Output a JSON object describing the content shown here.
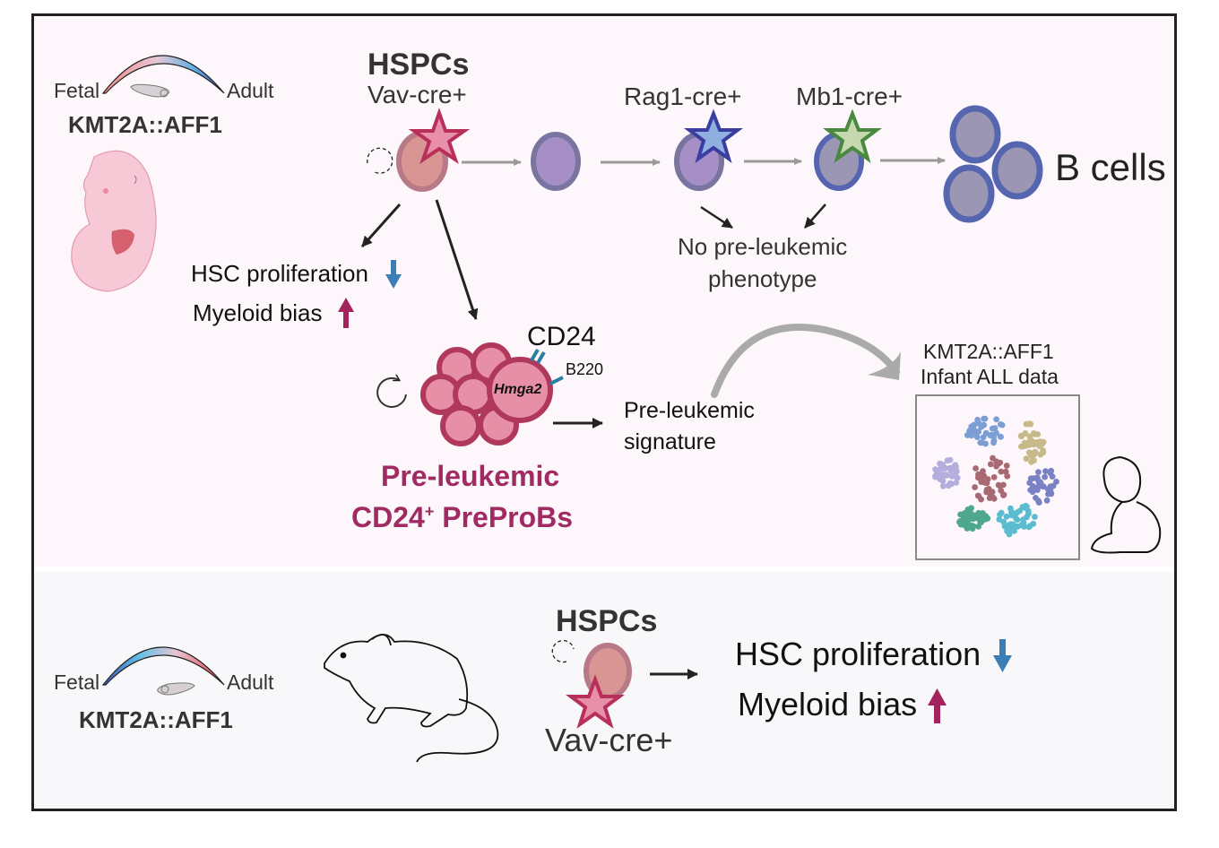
{
  "top_panel": {
    "gauge": {
      "left_label": "Fetal",
      "right_label": "Adult",
      "state": "fetal",
      "gradient": [
        "#f08a8a",
        "#c9b8c8",
        "#5aa8e0",
        "#3a5bc0"
      ]
    },
    "fusion_label": "KMT2A::AFF1",
    "hspc": {
      "title": "HSPCs",
      "driver": "Vav-cre+"
    },
    "rag1_label": "Rag1-cre+",
    "mb1_label": "Mb1-cre+",
    "b_cells_label": "B cells",
    "no_phenotype_line1": "No pre-leukemic",
    "no_phenotype_line2": "phenotype",
    "effect1": "HSC proliferation",
    "effect2": "Myeloid bias",
    "cluster": {
      "marker1": "CD24",
      "marker2": "B220",
      "gene": "Hmga2"
    },
    "prepro_line1": "Pre-leukemic",
    "prepro_line2_main": "CD24",
    "prepro_line2_sup": "+",
    "prepro_line2_rest": " PreProBs",
    "signature_line1": "Pre-leukemic",
    "signature_line2": "signature",
    "infant_line1": "KMT2A::AFF1",
    "infant_line2": "Infant ALL data",
    "cluster_colors": [
      "#7b9fd4",
      "#c8b98a",
      "#b3aedb",
      "#a86a72",
      "#7b82c4",
      "#4fa88e",
      "#5bbcd0"
    ]
  },
  "bottom_panel": {
    "gauge": {
      "left_label": "Fetal",
      "right_label": "Adult",
      "state": "adult"
    },
    "fusion_label": "KMT2A::AFF1",
    "hspc_title": "HSPCs",
    "driver": "Vav-cre+",
    "effect1": "HSC proliferation",
    "effect2": "Myeloid bias"
  },
  "colors": {
    "down_arrow": "#3b7db5",
    "up_arrow": "#a3235c",
    "preleukemic_text": "#a02a62",
    "hspc_fill": "#d99494",
    "hspc_stroke": "#b87a86",
    "star_vav_fill": "#e88fab",
    "star_vav_stroke": "#b8305a",
    "star_rag1_fill": "#8fb0e0",
    "star_rag1_stroke": "#3a3ea0",
    "star_mb1_fill": "#c6d8b0",
    "star_mb1_stroke": "#4a8a40",
    "bcell_fill": "#9b96b4",
    "bcell_stroke": "#5565b0"
  }
}
